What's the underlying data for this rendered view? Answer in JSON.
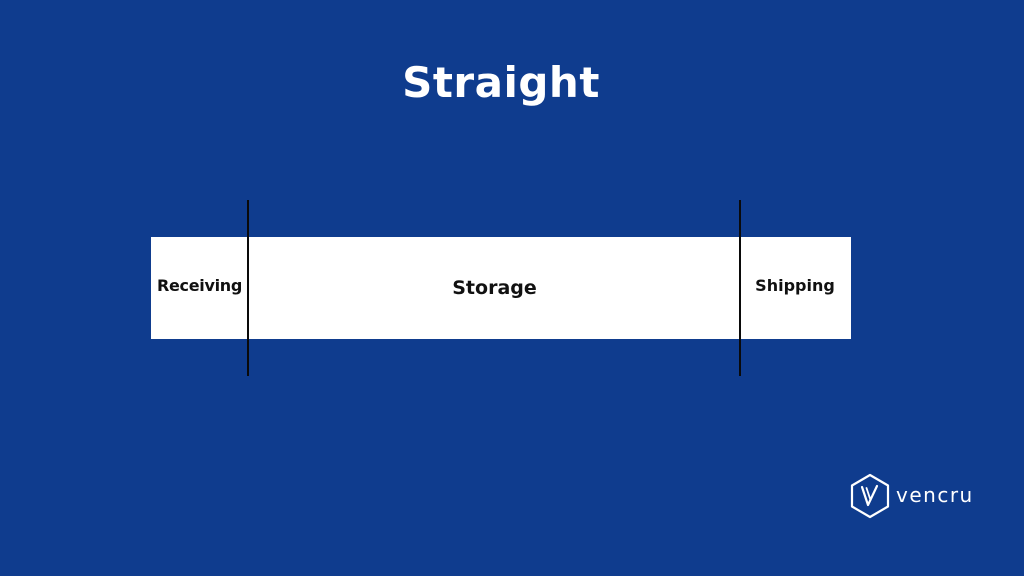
{
  "title": "Straight",
  "diagram": {
    "zones": [
      {
        "label": "Receiving"
      },
      {
        "label": "Storage"
      },
      {
        "label": "Shipping"
      }
    ]
  },
  "brand": {
    "name": "vencru",
    "icon": "vencru-hexagon-logo-icon"
  },
  "colors": {
    "background": "#0F3C8E",
    "bar": "#FFFFFF",
    "divider": "#0A0A0A",
    "text_dark": "#111111",
    "text_light": "#FFFFFF"
  }
}
